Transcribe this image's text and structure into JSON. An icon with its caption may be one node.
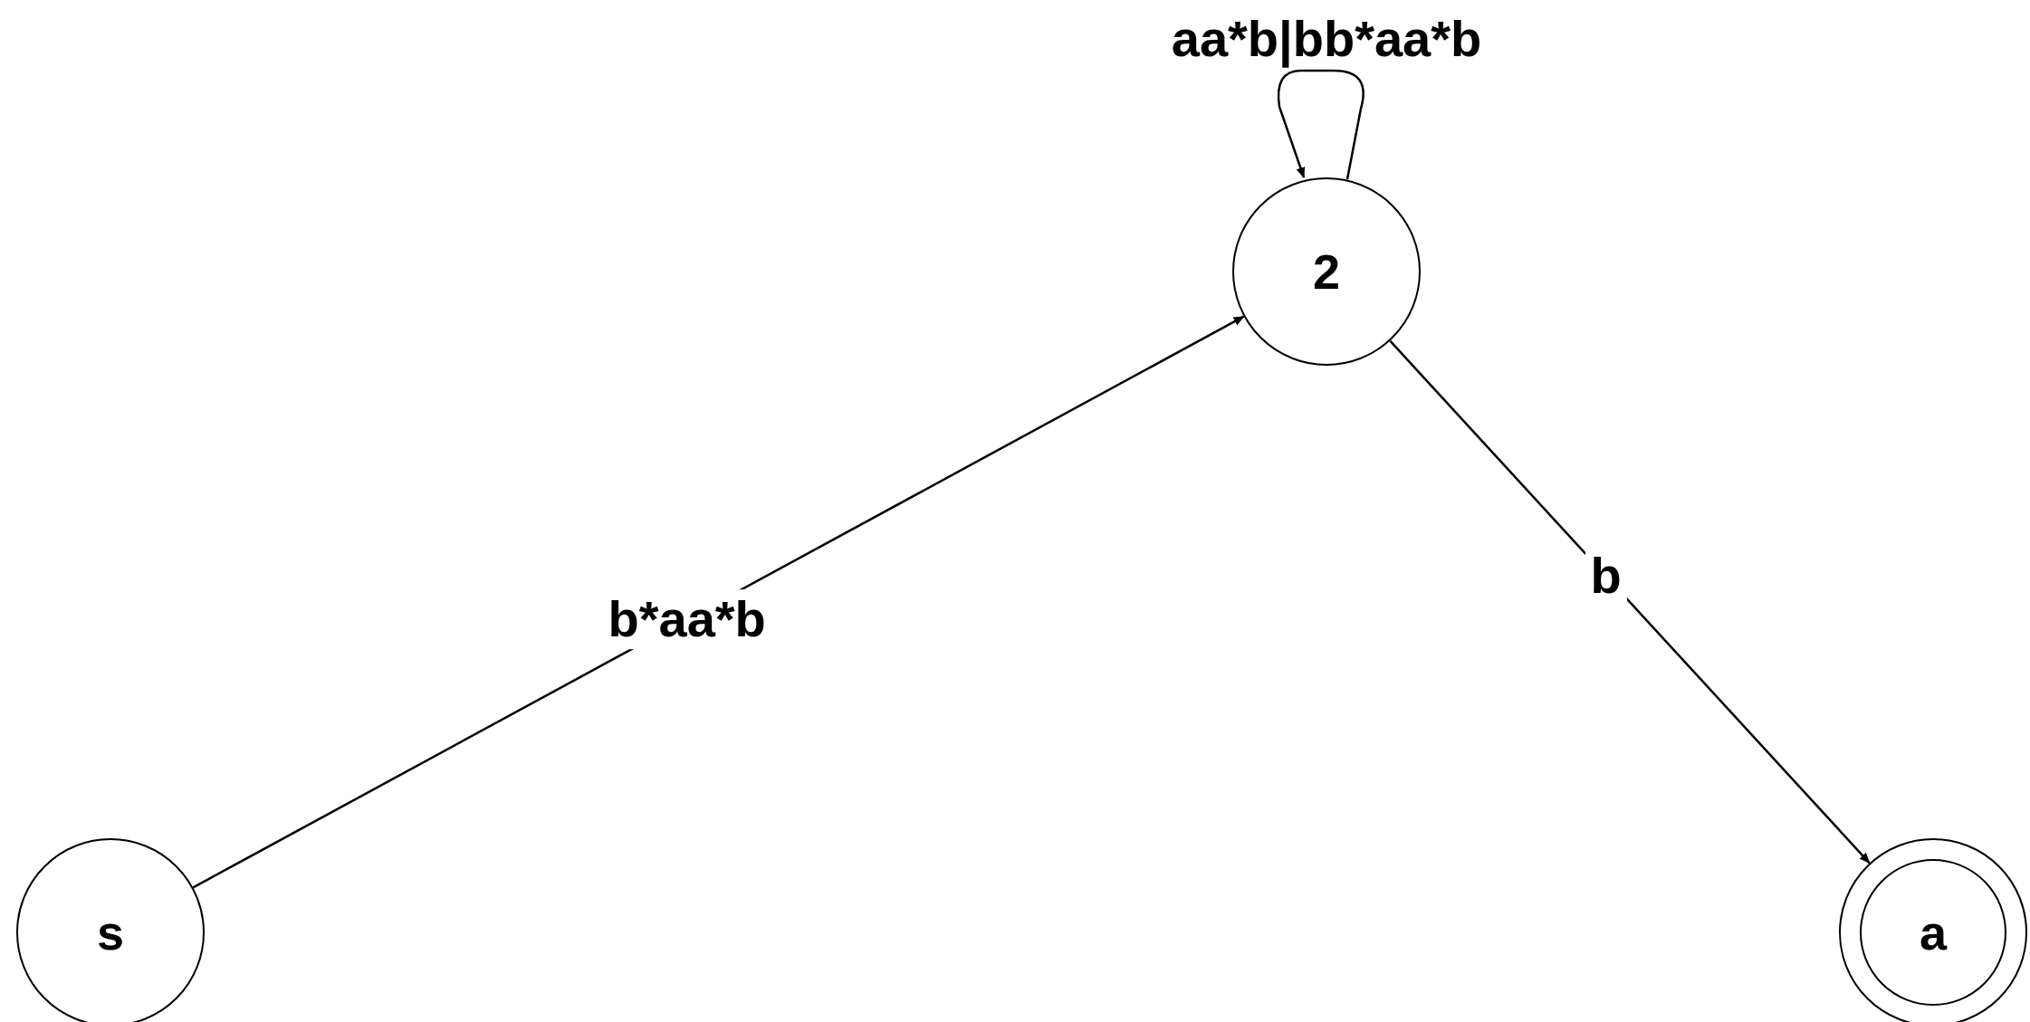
{
  "diagram": {
    "nodes": [
      {
        "text": [
          "s"
        ]
      },
      {
        "text": [
          "2"
        ]
      },
      {
        "text": [
          "a"
        ]
      }
    ],
    "edges": [
      {
        "from": 0,
        "to": 1,
        "arrow": "to",
        "label": "b*aa*b"
      },
      {
        "from": 1,
        "to": 2,
        "arrow": "to",
        "label": "b"
      },
      {
        "from": 1,
        "to": 1,
        "arrow": "to",
        "label": "aa*b|bb*aa*b"
      }
    ]
  }
}
